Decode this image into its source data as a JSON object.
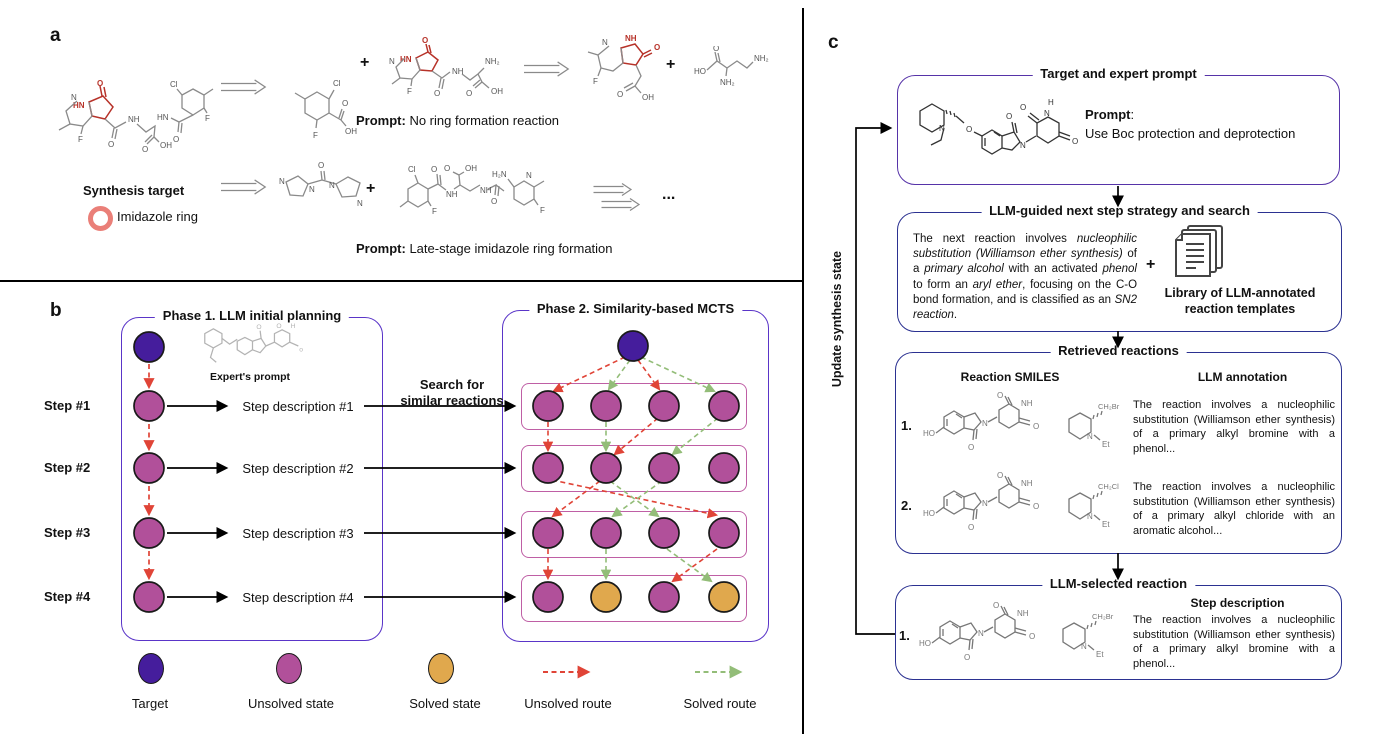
{
  "colors": {
    "target_node": "#451d9c",
    "unsolved_node": "#b1509a",
    "solved_node": "#e0a84d",
    "unsolved_route": "#e04437",
    "solved_route": "#93bd78",
    "phase_box_border": "#5a35c8",
    "row_box_border": "#bf5fa5",
    "panel_c_box1_border": "#5633a8",
    "panel_c_box_border": "#2b3191",
    "imidazole_highlight": "#b73229"
  },
  "panel_a": {
    "label": "a",
    "synthesis_target_caption": "Synthesis target",
    "imidazole_legend": "Imidazole ring",
    "plus": "+",
    "ellipsis": "...",
    "route1": {
      "prompt_label": "Prompt:",
      "prompt_text": " No ring formation reaction"
    },
    "route2": {
      "prompt_label": "Prompt:",
      "prompt_text": " Late-stage imidazole ring formation"
    }
  },
  "panel_b": {
    "label": "b",
    "phase1_title": "Phase 1. LLM initial planning",
    "phase2_title": "Phase 2. Similarity-based MCTS",
    "experts_prompt_caption": "Expert's prompt",
    "search_line1": "Search for",
    "search_line2": "similar reactions",
    "steps": [
      {
        "label": "Step #1",
        "description": "Step description #1"
      },
      {
        "label": "Step #2",
        "description": "Step description #2"
      },
      {
        "label": "Step #3",
        "description": "Step description #3"
      },
      {
        "label": "Step #4",
        "description": "Step description #4"
      }
    ],
    "legend": {
      "target": "Target",
      "unsolved_state": "Unsolved state",
      "solved_state": "Solved state",
      "unsolved_route": "Unsolved route",
      "solved_route": "Solved route"
    }
  },
  "panel_c": {
    "label": "c",
    "update_label": "Update synthesis state",
    "box1": {
      "title": "Target and expert prompt",
      "prompt_label": "Prompt",
      "prompt_colon": ":",
      "prompt_text": "Use Boc protection and deprotection"
    },
    "box2": {
      "title": "LLM-guided next step strategy and search",
      "plus": "+",
      "library_label": "Library of LLM-annotated reaction templates",
      "strategy_segments": [
        {
          "t": "The next reaction involves ",
          "i": false
        },
        {
          "t": "nucleophilic substitution (Williamson ether synthesis)",
          "i": true
        },
        {
          "t": " of a ",
          "i": false
        },
        {
          "t": "primary alcohol",
          "i": true
        },
        {
          "t": " with an activated ",
          "i": false
        },
        {
          "t": "phenol",
          "i": true
        },
        {
          "t": " to form an ",
          "i": false
        },
        {
          "t": "aryl ether",
          "i": true
        },
        {
          "t": ", focusing on the C-O bond formation, and is classified as an ",
          "i": false
        },
        {
          "t": "SN2 reaction",
          "i": true
        },
        {
          "t": ".",
          "i": false
        }
      ]
    },
    "box3": {
      "title": "Retrieved reactions",
      "col_smiles": "Reaction SMILES",
      "col_annotation": "LLM annotation",
      "rows": [
        {
          "index": "1.",
          "annotation": "The reaction involves a nucleophilic substitution (Williamson ether synthesis) of a primary alkyl bromine with a phenol..."
        },
        {
          "index": "2.",
          "annotation": "The reaction involves a nucleophilic substitution (Williamson ether synthesis) of a primary alkyl chloride with an aromatic alcohol..."
        }
      ]
    },
    "box4": {
      "title": "LLM-selected reaction",
      "index": "1.",
      "step_description_title": "Step description",
      "annotation": "The reaction involves a nucleophilic substitution (Williamson ether synthesis) of a primary alkyl bromine with a phenol..."
    }
  },
  "molecules": {
    "phenol_glutarimide": {
      "ho_label": "HO"
    },
    "pip_br": {
      "label": "CH₂Br",
      "ethyl": "Et",
      "n": "N"
    },
    "pip_cl": {
      "label": "CH₂Cl",
      "ethyl": "Et",
      "n": "N"
    }
  }
}
